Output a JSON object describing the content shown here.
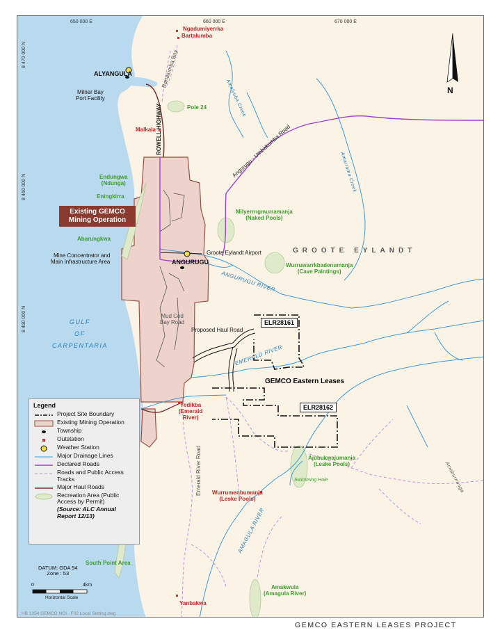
{
  "grid": {
    "eastings": [
      "650 000 E",
      "660 000 E",
      "670 000 E"
    ],
    "northings": [
      "8 470 000 N",
      "8 460 000 N",
      "8 450 000 N"
    ]
  },
  "north": "N",
  "towns": {
    "alyangula": "ALYANGULA",
    "angurugu": "ANGURUGU"
  },
  "outstations": {
    "ngadumiyerrka": "Ngadumiyerrka",
    "bartalumba": "Bartalumba",
    "malkala": "Malkala",
    "yedikba": "Yedikba\n(Emerald\nRiver)",
    "wurrumenbumanja": "Wurrumenbumanja\n(Leske Pools)",
    "yanbakwa": "Yanbakwa"
  },
  "recreation": {
    "pole24": "Pole 24",
    "endungwa": "Endungwa\n(Ndunga)",
    "eningkirra": "Eningkirra",
    "abarungkwa": "Abarungkwa",
    "milyerrng": "Milyerrngmurramanja\n(Naked Pools)",
    "wurruwarrk": "Wurruwarrkbadenumanja\n(Cave Paintings)",
    "ajubukwa": "Ajubukwajumanja\n(Leske Pools)",
    "swimming": "Swimming Hole",
    "south_point": "South Point Area",
    "amakwula": "Amakwula\n(Amagula River)"
  },
  "features": {
    "milner_bay": "Milner Bay\nPort Facility",
    "airport": "Groote Eylandt Airport",
    "concentrator": "Mine Concentrator and\nMain Infrastructure Area",
    "haul_road": "Proposed Haul Road",
    "mud_cod": "Mud Cod\nBay Road",
    "existing_gemco": "Existing GEMCO\nMining Operation",
    "eastern_leases": "GEMCO Eastern Leases",
    "elr1": "ELR28161",
    "elr2": "ELR28162"
  },
  "roads": {
    "rowell": "ROWELL HIGHWAY",
    "bartalumba_bay": "Bartalumba Bay",
    "angurugu_umbakumba": "Angurugu - Umbakumba Road",
    "emerald_river_road": "Emerald River Road"
  },
  "water": {
    "gulf": "GULF\nOF\nCARPENTARIA",
    "groote": "GROOTE EYLANDT",
    "angurugu_river": "ANGURUGU RIVER",
    "emerald_river": "EMERALD RIVER",
    "amagula_river": "AMAGULA RIVER",
    "amalyuba_creek": "Amalyuba Creek",
    "amarrama_creek": "Amarrama Creek",
    "amabunungkwa": "Amaburnunga"
  },
  "legend": {
    "title": "Legend",
    "items": [
      "Project Site Boundary",
      "Existing Mining Operation",
      "Township",
      "Outstation",
      "Weather Station",
      "Major Drainage Lines",
      "Declared Roads",
      "Roads and Public Access Tracks",
      "Major Haul Roads",
      "Recreation Area (Public Access by Permit)"
    ],
    "source": "(Source: ALC Annual Report 12/13)"
  },
  "datum": "DATUM: GDA 94\nZone : 53",
  "scale": {
    "zero": "0",
    "max": "4km",
    "label": "Horizontal Scale"
  },
  "file_ref": "HB 1354 GEMCO NOI - F02 Local Setting.dwg",
  "project_title": "GEMCO EASTERN LEASES PROJECT",
  "colors": {
    "sea": "#b9d9ee",
    "land": "#fbf4e6",
    "mine_fill": "#edd3cc",
    "mine_stroke": "#9a4f43",
    "river": "#3b9ad6",
    "declared_road": "#a23fd1",
    "public_track": "#c38ee0",
    "recreation": "#dfeacb",
    "outstation": "#d62c2c",
    "callout": "#8b3a2f"
  }
}
